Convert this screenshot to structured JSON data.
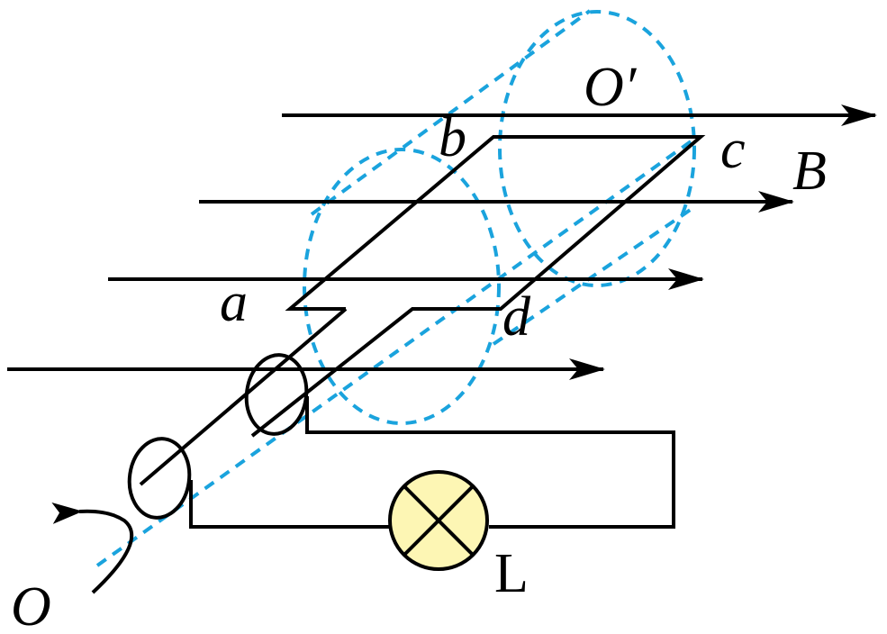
{
  "labels": {
    "O": "O",
    "O_prime": "O′",
    "a": "a",
    "b": "b",
    "c": "c",
    "d": "d",
    "B": "B",
    "L": "L"
  },
  "colors": {
    "line": "#000000",
    "axis_dashed": "#1aa3dd",
    "lamp_fill": "#fdf6b4"
  }
}
